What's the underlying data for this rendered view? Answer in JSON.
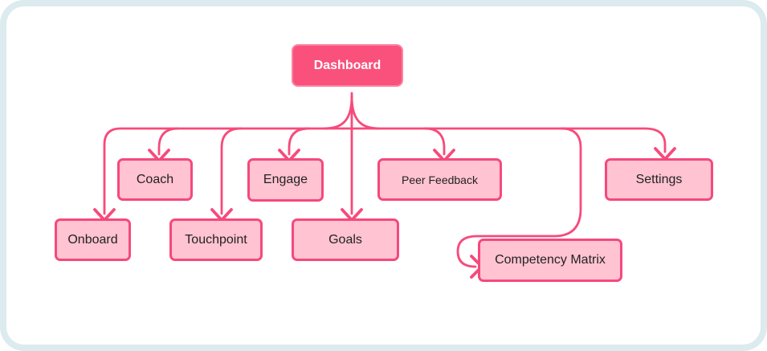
{
  "colors": {
    "outer-bg": "#dcebed",
    "card-bg": "#ffffff",
    "line-color": "#f74a7b",
    "node-fill": "#ffc3d2",
    "node-border": "#f5497d",
    "node-text": "#222222",
    "root-fill": "#f9517b",
    "root-border": "#fa83a0",
    "root-text": "#ffffff"
  },
  "diagram": {
    "type": "flowchart",
    "root": {
      "id": "dashboard",
      "label": "Dashboard"
    },
    "nodes": [
      {
        "id": "onboard",
        "label": "Onboard"
      },
      {
        "id": "coach",
        "label": "Coach"
      },
      {
        "id": "touchpoint",
        "label": "Touchpoint"
      },
      {
        "id": "engage",
        "label": "Engage"
      },
      {
        "id": "goals",
        "label": "Goals"
      },
      {
        "id": "peer_feedback",
        "label": "Peer Feedback"
      },
      {
        "id": "settings",
        "label": "Settings"
      },
      {
        "id": "competency_matrix",
        "label": "Competency Matrix"
      }
    ],
    "edges": [
      {
        "from": "dashboard",
        "to": "onboard"
      },
      {
        "from": "dashboard",
        "to": "coach"
      },
      {
        "from": "dashboard",
        "to": "touchpoint"
      },
      {
        "from": "dashboard",
        "to": "engage"
      },
      {
        "from": "dashboard",
        "to": "goals"
      },
      {
        "from": "dashboard",
        "to": "peer_feedback"
      },
      {
        "from": "dashboard",
        "to": "settings"
      },
      {
        "from": "dashboard",
        "to": "competency_matrix"
      }
    ]
  }
}
